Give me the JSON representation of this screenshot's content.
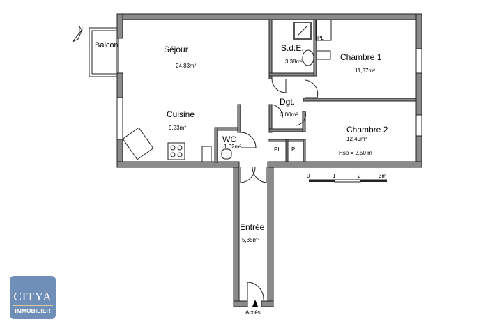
{
  "rooms": [
    {
      "name": "Balcon",
      "area": ""
    },
    {
      "name": "Séjour",
      "area": "24,83m²"
    },
    {
      "name": "Cuisine",
      "area": "9,23m²"
    },
    {
      "name": "WC",
      "area": "1,02m²"
    },
    {
      "name": "S.d.E.",
      "area": "3,38m²"
    },
    {
      "name": "Dgt.",
      "area": "3,00m²"
    },
    {
      "name": "Chambre 1",
      "area": "11,37m²"
    },
    {
      "name": "Chambre 2",
      "area": "12,49m²"
    },
    {
      "name": "Entrée",
      "area": "5,35m²"
    }
  ],
  "pl_label": "PL",
  "ceiling_height": "Hsp = 2,50 m",
  "entrance_label": "Accès",
  "compass_label": "N",
  "scale": {
    "ticks": [
      "0",
      "1",
      "2",
      "3m"
    ]
  },
  "logo": {
    "brand": "CITYA",
    "sub": "IMMOBILIER"
  },
  "colors": {
    "wall": "#8a8a8a",
    "logo": "#6f8fb8"
  }
}
